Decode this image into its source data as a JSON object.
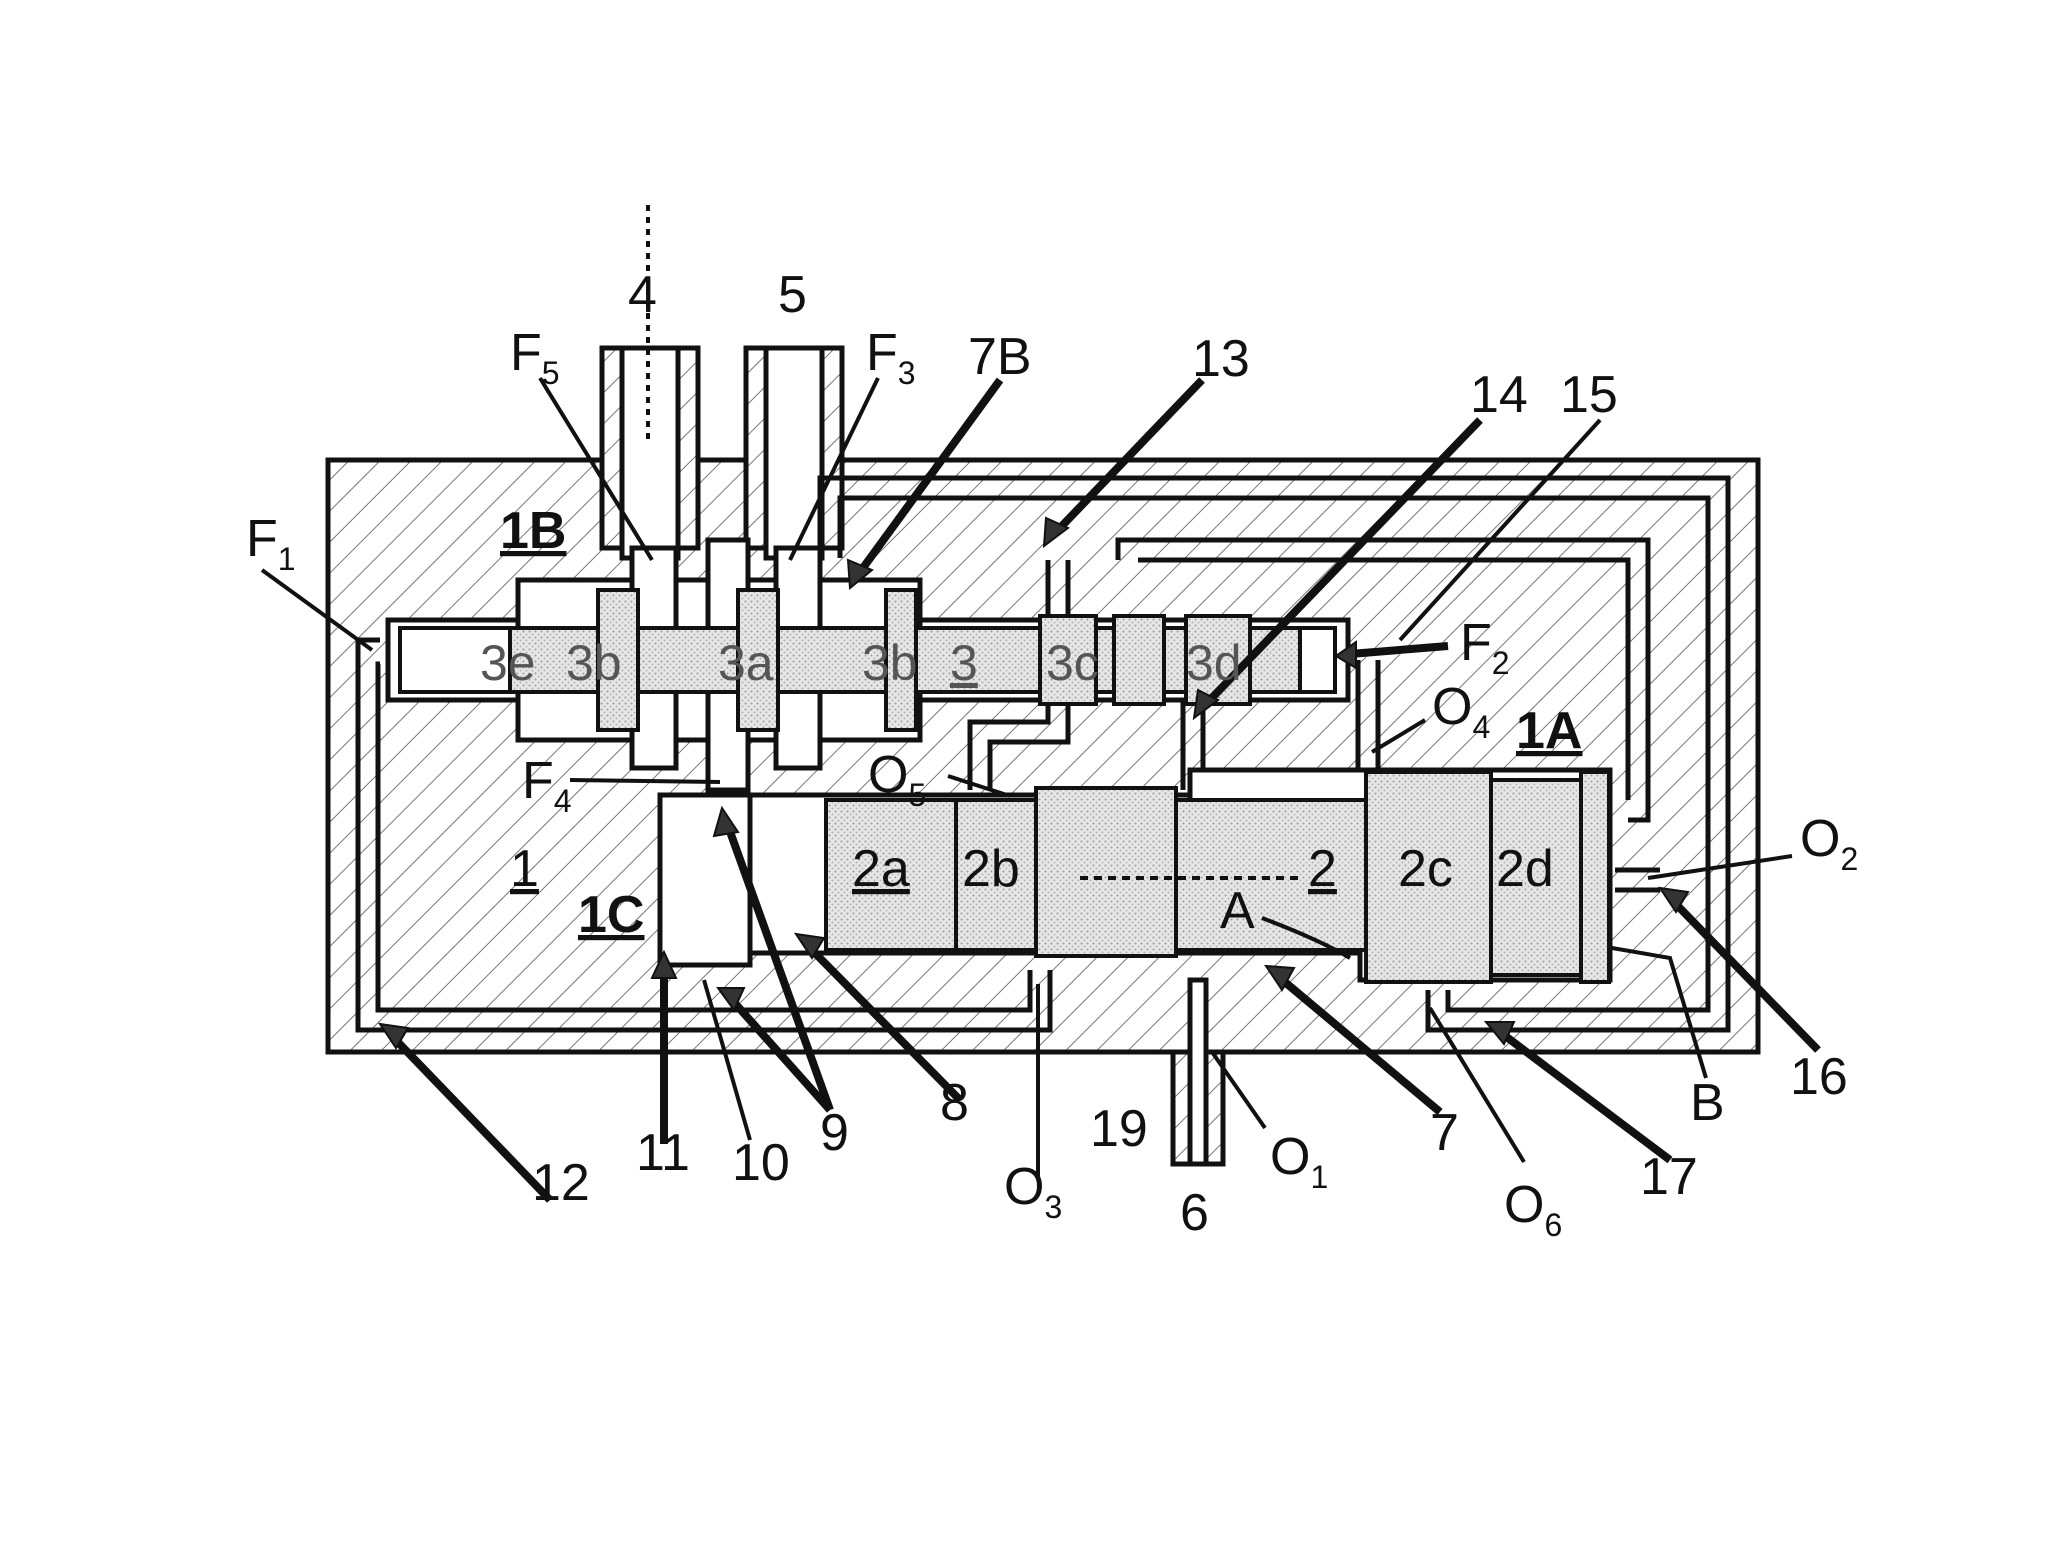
{
  "figure": {
    "labels": {
      "l1": "1",
      "l1A": "1A",
      "l1B": "1B",
      "l1C": "1C",
      "l2": "2",
      "l2a": "2a",
      "l2b": "2b",
      "l2c": "2c",
      "l2d": "2d",
      "l3": "3",
      "l3a": "3a",
      "l3b_left": "3b",
      "l3b_right": "3b",
      "l3c": "3c",
      "l3d": "3d",
      "l3e": "3e",
      "l4": "4",
      "l5": "5",
      "l6": "6",
      "l7": "7",
      "l7B": "7B",
      "l8": "8",
      "l9": "9",
      "l10": "10",
      "l11": "11",
      "l12": "12",
      "l13": "13",
      "l14": "14",
      "l15": "15",
      "l16": "16",
      "l17": "17",
      "l19": "19",
      "lA": "A",
      "lB": "B",
      "F": "F",
      "O": "O",
      "sub1": "1",
      "sub2": "2",
      "sub3": "3",
      "sub4": "4",
      "sub5": "5",
      "sub6": "6"
    }
  }
}
